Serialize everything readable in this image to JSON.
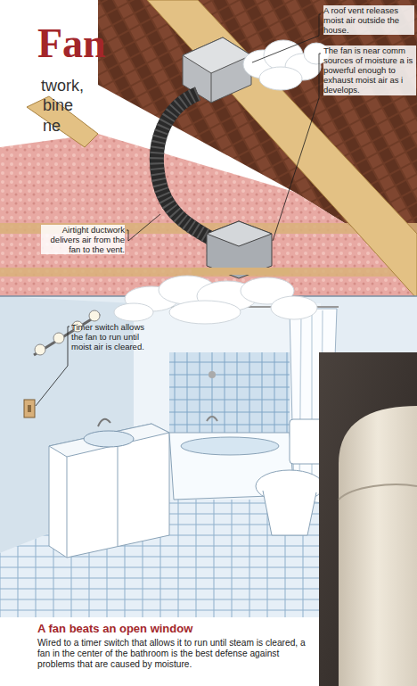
{
  "diagram": {
    "title": "Fan",
    "caption": "Wired to a timer switch that allows it to run until steam is cleared, a fan in the center of the bathroom is the best defense against problems that are caused by moisture.",
    "labels": [
      "twork,",
      "bine",
      "ne",
      "A roof vent releases moist air outside the house.",
      "The fan is near comm sources of moisture a is powerful enough to exhaust moist air as i develops.",
      "Airtight ductwork delivers air from the fan to the vent.",
      "Timer switch allows the fan to run until moist air is cleared.",
      "A fan beats an open window"
    ]
  }
}
